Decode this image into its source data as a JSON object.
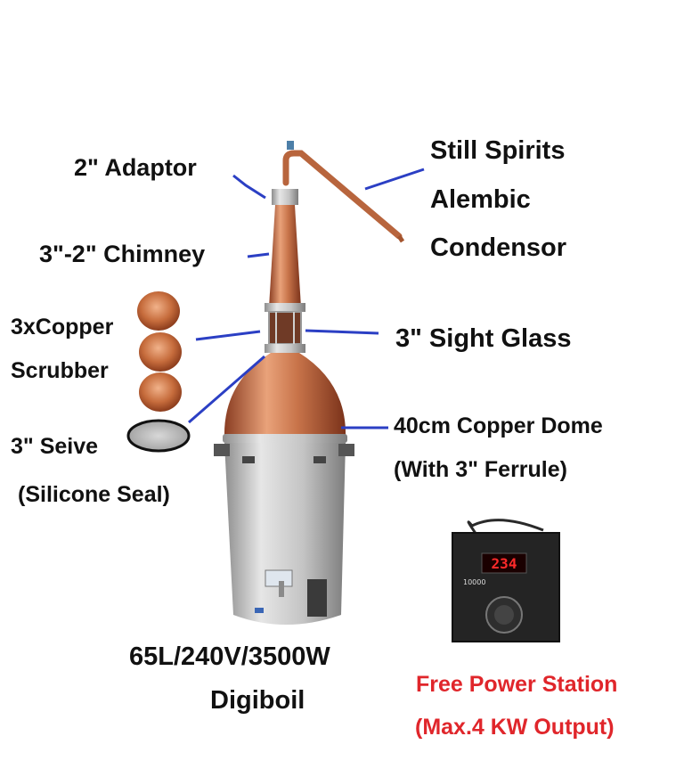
{
  "labels": {
    "adaptor": "2\" Adaptor",
    "chimney": "3\"-2\" Chimney",
    "scrubber_line1": "3xCopper",
    "scrubber_line2": "Scrubber",
    "seive": "3\" Seive",
    "seal": "(Silicone Seal)",
    "condensor_line1": "Still Spirits",
    "condensor_line2": "Alembic",
    "condensor_line3": "Condensor",
    "sight_glass": "3\" Sight Glass",
    "dome_line1": "40cm Copper Dome",
    "dome_line2": "(With 3\" Ferrule)",
    "boiler_line1": "65L/240V/3500W",
    "boiler_line2": "Digiboil",
    "power_line1": "Free Power Station",
    "power_line2": "(Max.4 KW Output)"
  },
  "controller": {
    "display": "234",
    "dial_label": "10000"
  },
  "colors": {
    "label_text": "#111111",
    "highlight_text": "#e0262b",
    "leader_line": "#2b3fc4",
    "copper": "#c8744a",
    "steel": "#b9b9b9",
    "display_red": "#ff2a2a"
  }
}
